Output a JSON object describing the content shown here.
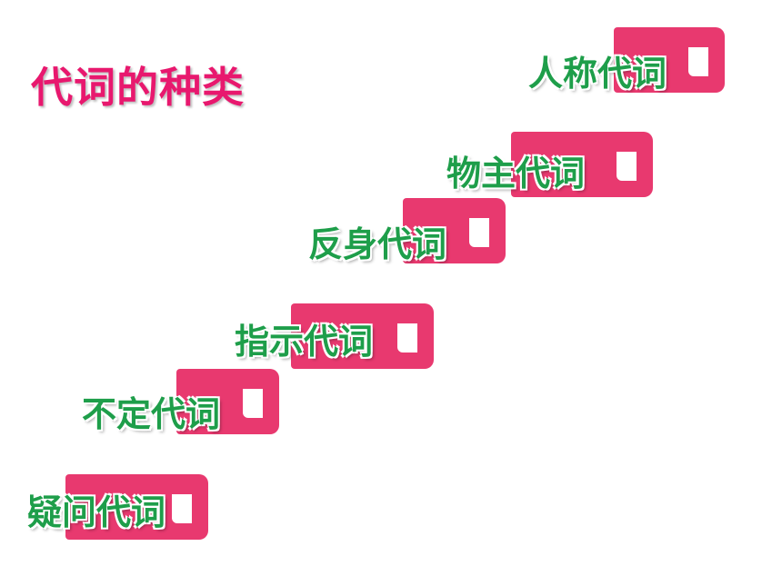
{
  "title": "代词的种类",
  "steps": [
    {
      "label": "人称代词"
    },
    {
      "label": "物主代词"
    },
    {
      "label": "反身代词"
    },
    {
      "label": "指示代词"
    },
    {
      "label": "不定代词"
    },
    {
      "label": "疑问代词"
    }
  ],
  "colors": {
    "title": "#e8186e",
    "label": "#1e9e4a",
    "tab": "#e8396f"
  }
}
